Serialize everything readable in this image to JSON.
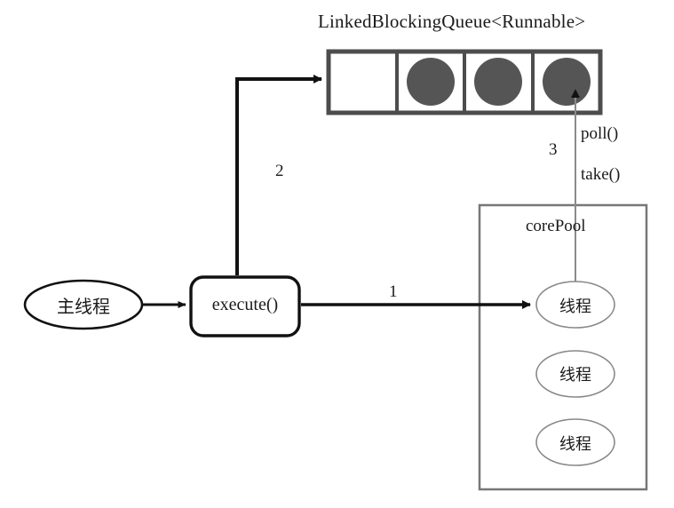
{
  "diagram": {
    "title": "LinkedBlockingQueue<Runnable>",
    "queue": {
      "name": "LinkedBlockingQueue<Runnable>",
      "cells": [
        {
          "filled": false,
          "task": ""
        },
        {
          "filled": true,
          "task": "task"
        },
        {
          "filled": true,
          "task": "task"
        },
        {
          "filled": true,
          "task": "task"
        }
      ]
    },
    "main_thread": {
      "label": "主线程"
    },
    "execute_box": {
      "label": "execute()"
    },
    "core_pool": {
      "label": "corePool",
      "threads": [
        {
          "label": "线程"
        },
        {
          "label": "线程"
        },
        {
          "label": "线程"
        }
      ]
    },
    "edges": [
      {
        "id": "edge-1",
        "number": "1",
        "from": "execute()",
        "to": "线程"
      },
      {
        "id": "edge-2",
        "number": "2",
        "from": "execute()",
        "to": "LinkedBlockingQueue"
      },
      {
        "id": "edge-3",
        "number": "3",
        "from": "线程",
        "to": "LinkedBlockingQueue",
        "methods": [
          "poll()",
          "take()"
        ]
      }
    ],
    "annotations": {
      "poll": "poll()",
      "take": "take()"
    },
    "colors": {
      "stroke_dark": "#1a1a1a",
      "stroke_gray": "#777777",
      "task_fill": "#555555",
      "queue_border": "#4d4d4d",
      "background": "#ffffff"
    }
  }
}
